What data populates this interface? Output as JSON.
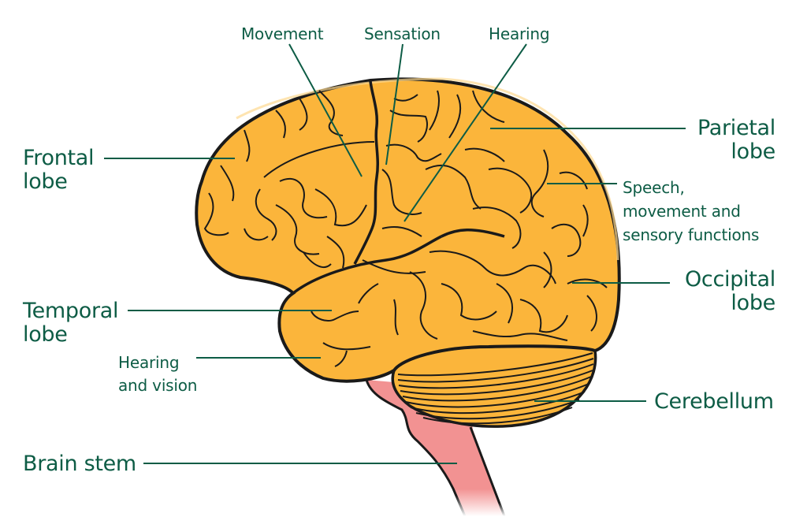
{
  "diagram": {
    "colors": {
      "cerebrum": "#fbb53b",
      "outline": "#1a1a1a",
      "brain_stem": "#f29292",
      "label": "#0d5c45",
      "leader_line": "#0d5c45"
    },
    "labels": {
      "frontal_lobe": [
        "Frontal",
        "lobe"
      ],
      "temporal_lobe": [
        "Temporal",
        "lobe"
      ],
      "hearing_and_vision": [
        "Hearing",
        "and vision"
      ],
      "brain_stem": "Brain stem",
      "movement": "Movement",
      "sensation": "Sensation",
      "hearing": "Hearing",
      "parietal_lobe": [
        "Parietal",
        "lobe"
      ],
      "speech": [
        "Speech,",
        "movement and",
        "sensory functions"
      ],
      "occipital_lobe": [
        "Occipital",
        "lobe"
      ],
      "cerebellum": "Cerebellum"
    }
  }
}
